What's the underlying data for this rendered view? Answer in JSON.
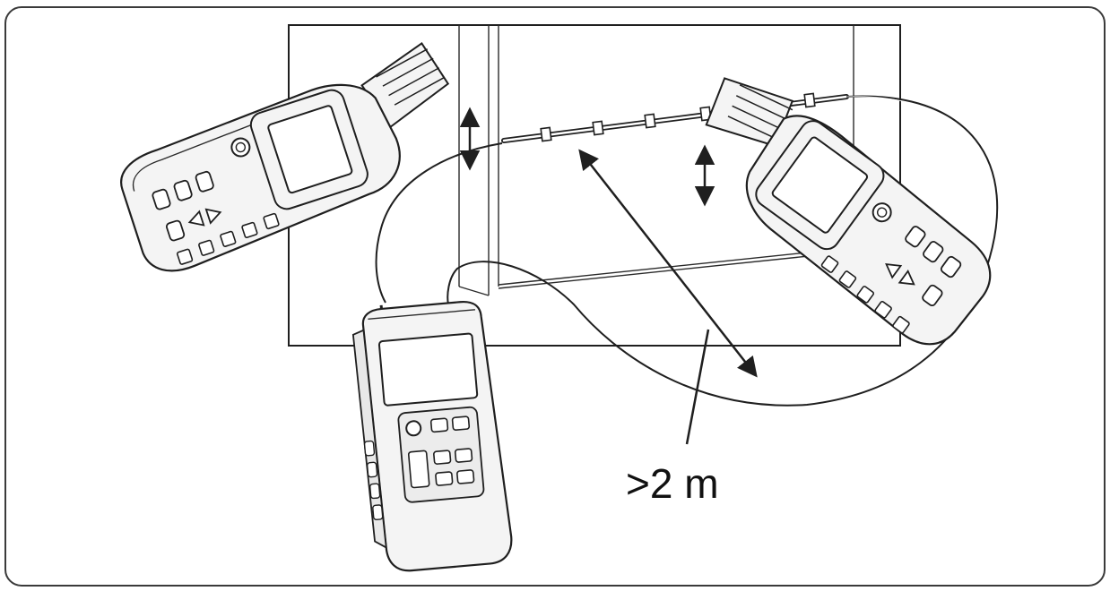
{
  "distance_label": ">2 m",
  "colors": {
    "ink": "#1f1f1f",
    "device_fill": "#f4f4f4",
    "screen_fill": "#ffffff",
    "background": "#ffffff",
    "frame": "#3a3a3a"
  },
  "icons": {
    "vertical_arrows": "double-headed-arrow",
    "distance_arrow": "double-headed-arrow"
  }
}
